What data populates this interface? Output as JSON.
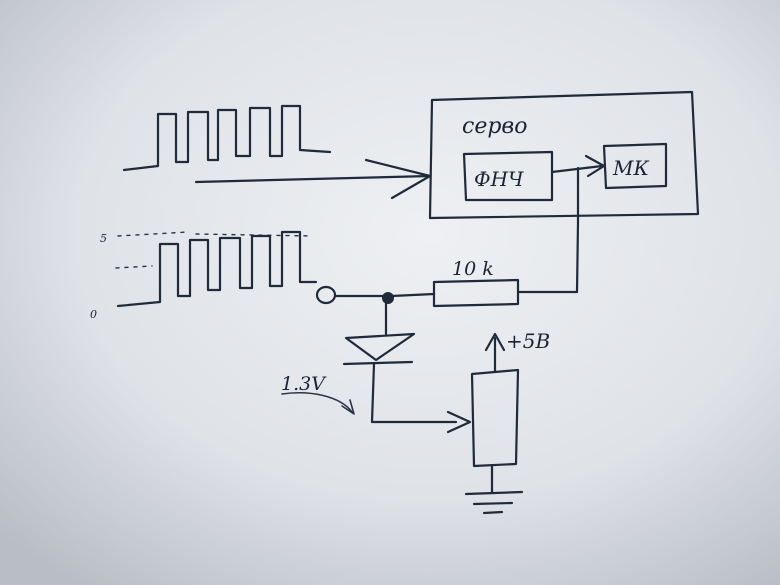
{
  "diagram": {
    "servo_label": "серво",
    "filter_label": "ФНЧ",
    "mcu_label": "МК",
    "resistor_label": "10 k",
    "supply_label": "+5В",
    "diode_voltage_label": "1.3V",
    "level_high_label": "5",
    "level_low_label": "0"
  }
}
